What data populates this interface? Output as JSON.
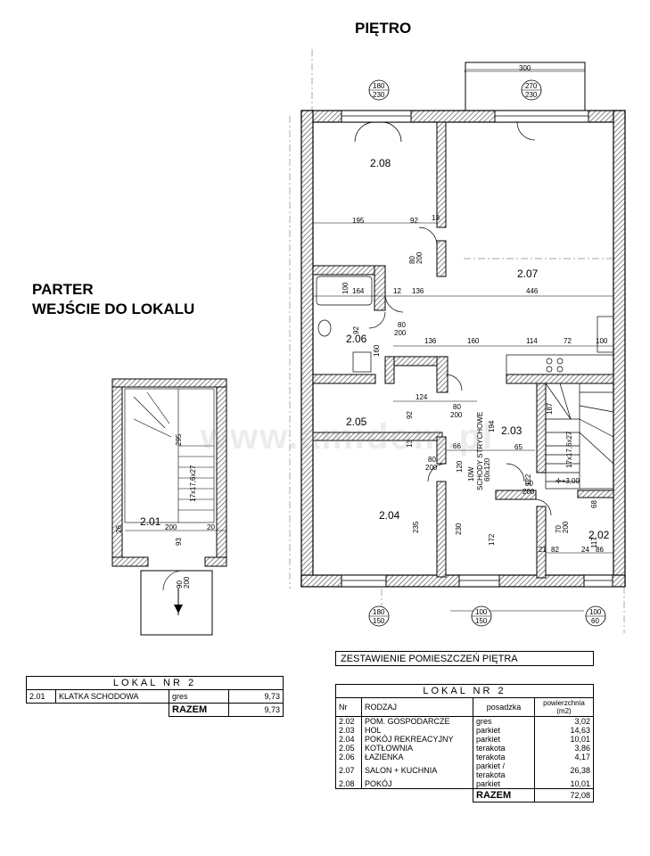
{
  "upper": {
    "title": "PIĘTRO",
    "rooms": [
      {
        "id": "2.08"
      },
      {
        "id": "2.07"
      },
      {
        "id": "2.06"
      },
      {
        "id": "2.05"
      },
      {
        "id": "2.04"
      },
      {
        "id": "2.03"
      },
      {
        "id": "2.02"
      }
    ],
    "window_tags": [
      {
        "top": "180",
        "bottom": "230"
      },
      {
        "top": "270",
        "bottom": "230"
      },
      {
        "top": "180",
        "bottom": "150"
      },
      {
        "top": "100",
        "bottom": "150"
      },
      {
        "top": "100",
        "bottom": "60"
      }
    ],
    "balcony_width": "300",
    "dims": {
      "d195": "195",
      "d92": "92",
      "d13": "13",
      "d164": "164",
      "d12": "12",
      "d136": "136",
      "d446": "446",
      "d136b": "136",
      "d160": "160",
      "d114": "114",
      "d72": "72",
      "d100": "100",
      "d124": "124",
      "d66": "66",
      "d65": "65",
      "d194": "194",
      "d122": "122",
      "d187": "187",
      "d82": "82",
      "d24": "24",
      "d86": "86",
      "d21": "21",
      "d117": "117",
      "d68": "68",
      "d120": "120",
      "d172": "172",
      "d235": "235",
      "d230": "230",
      "d92b": "92",
      "d92c": "92",
      "d13b": "13",
      "d100b": "100",
      "d160b": "160",
      "door_80_200_a": "80",
      "door_80_200_b": "200",
      "door_90_200_a": "90",
      "door_90_200_b": "200",
      "door_70_200_a": "70",
      "door_70_200_b": "200"
    },
    "stairs_label": "17x17,6x27",
    "attic_stairs": "SCHODY STRYCHOWE",
    "attic_size": "60x120",
    "attic_sub": "10W",
    "level": "+3,00"
  },
  "ground": {
    "title_line1": "PARTER",
    "title_line2": "WEJŚCIE DO LOKALU",
    "room": "2.01",
    "stairs_label": "17x17,6x27",
    "dims": {
      "d295": "295",
      "d200": "200",
      "d20": "20",
      "d26": "26",
      "d93": "93",
      "door_a": "90",
      "door_b": "200"
    }
  },
  "watermark": "www.amidom.pl",
  "lower_table": {
    "caption": "LOKAL  NR  2",
    "rows": [
      {
        "nr": "2.01",
        "name": "KLATKA SCHODOWA",
        "floor": "gres",
        "area": "9,73"
      }
    ],
    "total_label": "RAZEM",
    "total": "9,73"
  },
  "upper_table": {
    "heading": "ZESTAWIENIE  POMIESZCZEŃ  PIĘTRA",
    "caption": "LOKAL  NR  2",
    "headers": {
      "nr": "Nr",
      "name": "RODZAJ",
      "floor": "posadzka",
      "area": "powierzchnia\n(m2)"
    },
    "rows": [
      {
        "nr": "2.02",
        "name": "POM. GOSPODARCZE",
        "floor": "gres",
        "area": "3,02"
      },
      {
        "nr": "2.03",
        "name": "HOL",
        "floor": "parkiet",
        "area": "14,63"
      },
      {
        "nr": "2.04",
        "name": "POKÓJ REKREACYJNY",
        "floor": "parkiet",
        "area": "10,01"
      },
      {
        "nr": "2.05",
        "name": "KOTŁOWNIA",
        "floor": "terakota",
        "area": "3,86"
      },
      {
        "nr": "2.06",
        "name": "ŁAZIENKA",
        "floor": "terakota",
        "area": "4,17"
      },
      {
        "nr": "2.07",
        "name": "SALON + KUCHNIA",
        "floor": "parkiet / terakota",
        "area": "26,38"
      },
      {
        "nr": "2.08",
        "name": "POKÓJ",
        "floor": "parkiet",
        "area": "10,01"
      }
    ],
    "total_label": "RAZEM",
    "total": "72,08"
  }
}
